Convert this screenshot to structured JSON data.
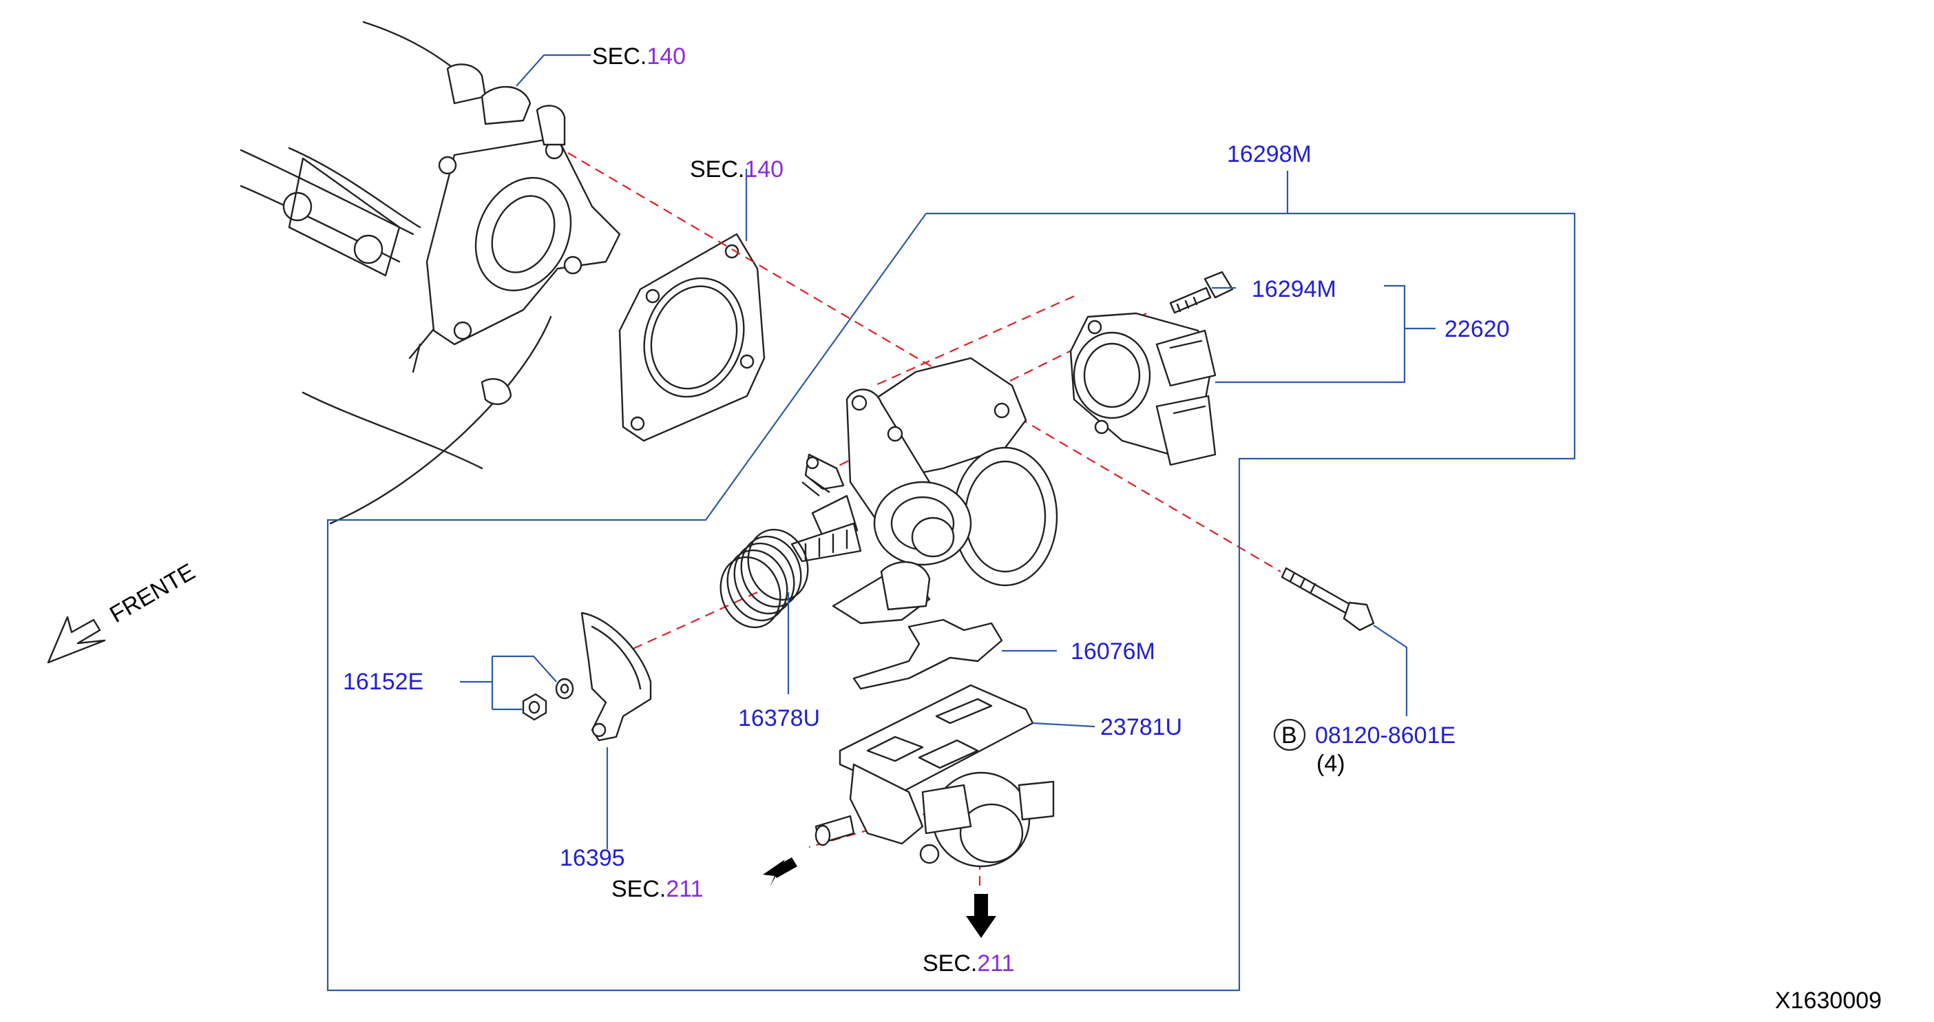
{
  "sections": {
    "sec140_top": {
      "prefix": "SEC.",
      "num": "140"
    },
    "sec140_gasket": {
      "prefix": "SEC.",
      "num": "140"
    },
    "sec211_left": {
      "prefix": "SEC.",
      "num": "211"
    },
    "sec211_bottom": {
      "prefix": "SEC.",
      "num": "211"
    }
  },
  "parts": {
    "p16298M": "16298M",
    "p16294M": "16294M",
    "p22620": "22620",
    "p16076M": "16076M",
    "p23781U": "23781U",
    "p16152E": "16152E",
    "p16378U": "16378U",
    "p16395": "16395",
    "p08120": "08120-8601E",
    "p08120_qty": "(4)",
    "p08120_marker": "B"
  },
  "direction": {
    "label": "FRENTE",
    "icon": "front-arrow-icon"
  },
  "diagram_id": "X1630009",
  "colors": {
    "part_number": "#1f1fd6",
    "section_number": "#8a2be2",
    "leader": "#2b5aa8",
    "center_line": "#e02020"
  }
}
